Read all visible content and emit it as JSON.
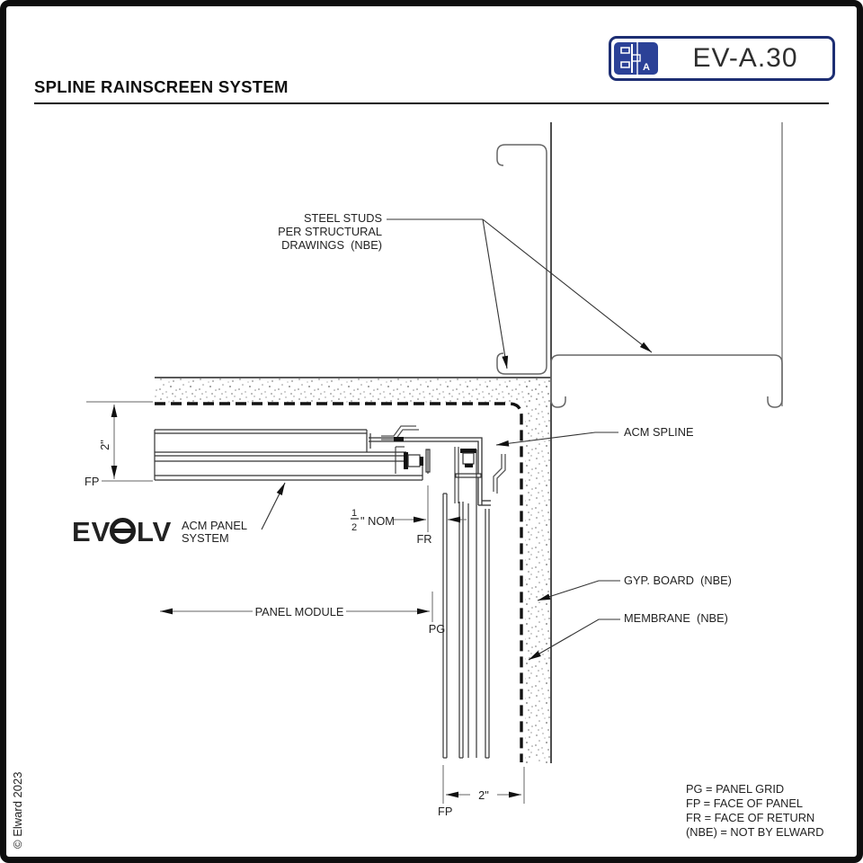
{
  "header": {
    "title": "SPLINE RAINSCREEN SYSTEM",
    "drawing_number": "EV-A.30",
    "logo_badge_letter": "A"
  },
  "brand": {
    "logo_left": "EV",
    "logo_right": "LV",
    "tagline_line1": "ACM PANEL",
    "tagline_line2": "SYSTEM"
  },
  "labels": {
    "steel_studs_line1": "STEEL STUDS",
    "steel_studs_line2": "PER STRUCTURAL",
    "steel_studs_line3": "DRAWINGS  (NBE)",
    "acm_spline": "ACM SPLINE",
    "gyp_board": "GYP. BOARD  (NBE)",
    "membrane": "MEMBRANE  (NBE)",
    "panel_module": "PANEL MODULE",
    "nom_numerator": "1",
    "nom_denominator": "2",
    "nom_suffix": "\" NOM",
    "fr": "FR",
    "pg": "PG",
    "fp_left": "FP",
    "fp_bottom": "FP",
    "dim_left": "2\"",
    "dim_bottom": "2\""
  },
  "legend": {
    "lines": [
      "PG = PANEL GRID",
      "FP = FACE OF PANEL",
      "FR = FACE OF RETURN",
      "(NBE) = NOT BY ELWARD"
    ]
  },
  "footer": {
    "copyright": "© Elward 2023"
  },
  "colors": {
    "accent_blue": "#2b4197",
    "box_border": "#1d2e73",
    "line": "#222222",
    "stipple": "#8f8f8f"
  }
}
